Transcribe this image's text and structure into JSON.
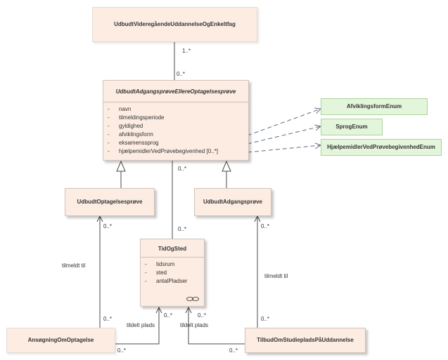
{
  "classes": {
    "videregaaende": {
      "name": "UdbudtVideregåendeUddannelseOgEnkeltfag"
    },
    "abstract": {
      "name": "UdbudtAdgangsprøveEllereOptagelsesprøve",
      "attributes": [
        {
          "vis": "-",
          "name": "navn"
        },
        {
          "vis": "-",
          "name": "tilmeldingsperiode"
        },
        {
          "vis": "-",
          "name": "gyldighed"
        },
        {
          "vis": "-",
          "name": "afviklingsform"
        },
        {
          "vis": "-",
          "name": "eksamenssprog"
        },
        {
          "vis": "-",
          "name": "hjælpemidlerVedPrøvebegivenhed [0..*]"
        }
      ]
    },
    "optagelsesproeve": {
      "name": "UdbudtOptagelsesprøve"
    },
    "adgangsproeve": {
      "name": "UdbudtAdgangsprøve"
    },
    "tidogsted": {
      "name": "TidOgSted",
      "attributes": [
        {
          "vis": "-",
          "name": "tidsrum"
        },
        {
          "vis": "-",
          "name": "sted"
        },
        {
          "vis": "-",
          "name": "antalPladser"
        }
      ]
    },
    "ansoegning": {
      "name": "AnsøgningOmOptagelse"
    },
    "tilbud": {
      "name": "TilbudOmStudiepladsPåUddannelse"
    }
  },
  "enums": {
    "afviklingsform": "AfviklingsformEnum",
    "sprog": "SprogEnum",
    "hjaelpemidler": "HjælpemidlerVedPrøvebegivenhedEnum"
  },
  "labels": {
    "mult_top_upper": "1..*",
    "mult_top_lower": "0..*",
    "mult_abstract_tos": "0..*",
    "mult_tos_top": "0..*",
    "mult_opt_ans": "0..*",
    "mult_adg_tilbud": "0..*",
    "mult_ans_opt": "0..*",
    "mult_tilbud_adg": "0..*",
    "mult_tos_ans": "0..*",
    "mult_tos_tilbud": "0..*",
    "mult_ans_tos": "0..*",
    "mult_tilbud_tos": "0..*",
    "role_tilmeldt_left": "tilmeldt til",
    "role_tilmeldt_right": "tilmeldt til",
    "role_tildelt_left": "tildelt plads",
    "role_tildelt_right": "tildelt plads"
  },
  "colors": {
    "class_fill": "#fcece2",
    "class_border": "#cfc3bb",
    "enum_fill": "#e3f5da",
    "enum_border": "#a9d59a",
    "line": "#4a4a4a",
    "dependency": "#5f6b7b"
  }
}
